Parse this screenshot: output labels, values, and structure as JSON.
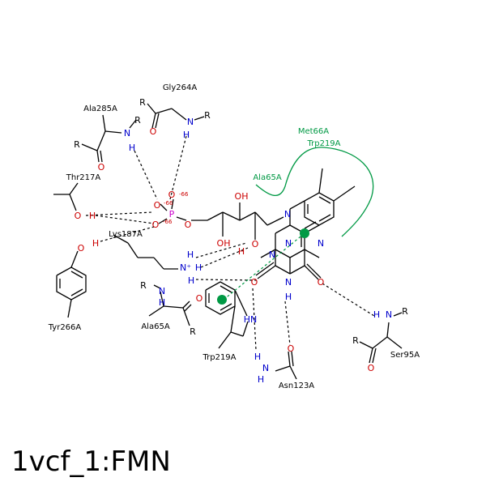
{
  "title": "1vcf_1:FMN",
  "colors": {
    "bond": "#000000",
    "oxygen": "#cc0000",
    "nitrogen": "#0000cc",
    "phosphorus": "#cc00cc",
    "hydrophobic": "#009944",
    "hbond": "#000000",
    "pistack": "#009944"
  },
  "residues": {
    "gly264": "Gly264A",
    "ala285": "Ala285A",
    "thr217": "Thr217A",
    "lys187": "Lys187A",
    "tyr266": "Tyr266A",
    "ala65_bottom": "Ala65A",
    "trp219_bottom": "Trp219A",
    "asn123": "Asn123A",
    "ser95": "Ser95A",
    "met66": "Met66A",
    "trp219_top": "Trp219A",
    "ala65_top": "Ala65A"
  },
  "atoms": {
    "O": "O",
    "N": "N",
    "H": "H",
    "P": "P",
    "R": "R",
    "OH": "OH",
    "charge_neg": "-66",
    "charge_neg2": "-66",
    "charge_neg3": "-66",
    "n_plus": "N⁺"
  }
}
